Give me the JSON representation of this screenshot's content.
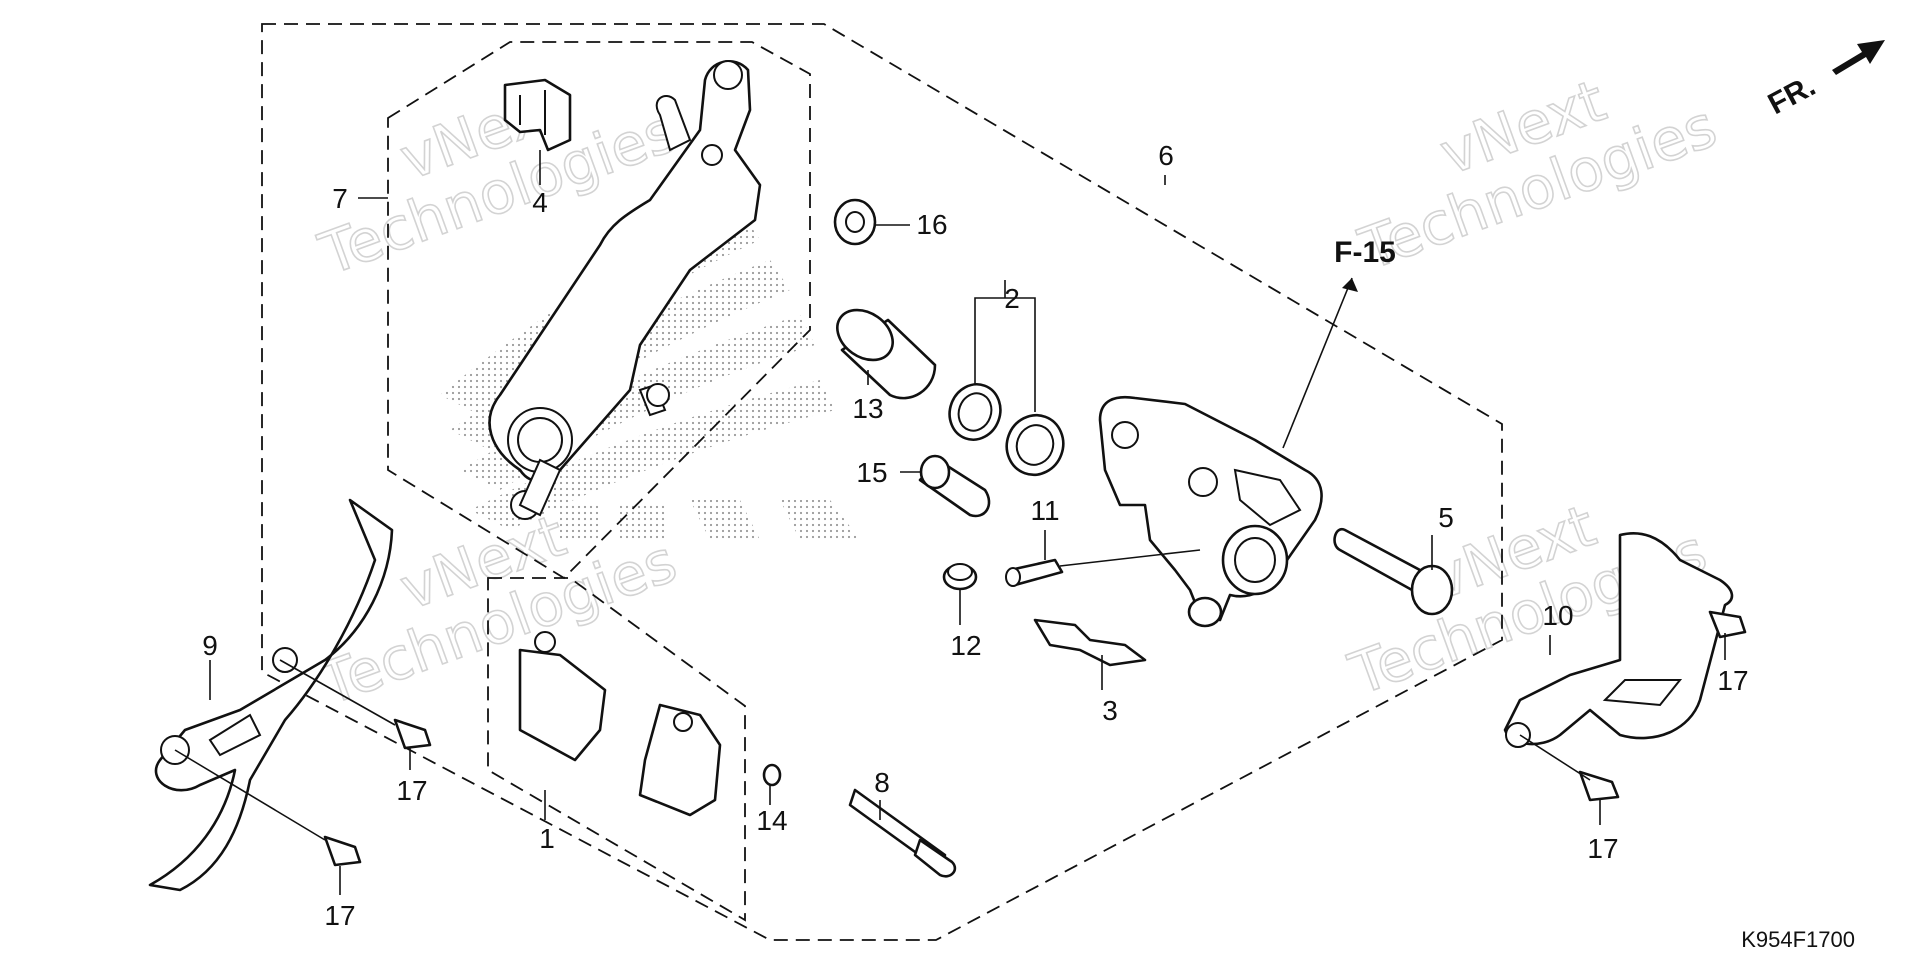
{
  "diagram": {
    "callouts": [
      {
        "id": "c1",
        "text": "1"
      },
      {
        "id": "c2",
        "text": "2"
      },
      {
        "id": "c3",
        "text": "3"
      },
      {
        "id": "c4",
        "text": "4"
      },
      {
        "id": "c5",
        "text": "5"
      },
      {
        "id": "c6",
        "text": "6"
      },
      {
        "id": "c7",
        "text": "7"
      },
      {
        "id": "c8",
        "text": "8"
      },
      {
        "id": "c9",
        "text": "9"
      },
      {
        "id": "c10",
        "text": "10"
      },
      {
        "id": "c11",
        "text": "11"
      },
      {
        "id": "c12",
        "text": "12"
      },
      {
        "id": "c13",
        "text": "13"
      },
      {
        "id": "c14",
        "text": "14"
      },
      {
        "id": "c15",
        "text": "15"
      },
      {
        "id": "c16",
        "text": "16"
      },
      {
        "id": "c17a",
        "text": "17"
      },
      {
        "id": "c17b",
        "text": "17"
      },
      {
        "id": "c17c",
        "text": "17"
      },
      {
        "id": "c17d",
        "text": "17"
      }
    ],
    "reference": "F-15",
    "direction": "FR.",
    "code": "K954F1700",
    "watermark": {
      "line1": "vNext",
      "line2": "Technologies"
    },
    "colors": {
      "ink": "#111111",
      "background": "#ffffff",
      "watermark": "#cfcfcf"
    }
  }
}
